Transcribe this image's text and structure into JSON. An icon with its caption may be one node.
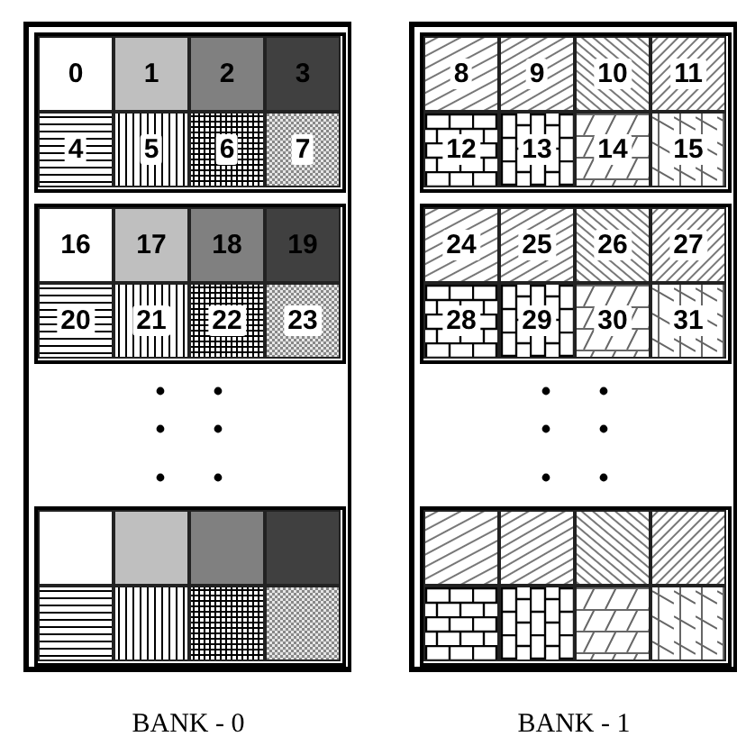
{
  "diagram": {
    "nodes": [
      {
        "text": [
          "BANK - 0"
        ]
      },
      {
        "text": [],
        "shape": "box",
        "in": 0
      },
      {
        "text": [
          "0"
        ],
        "in": 1
      },
      {
        "text": [
          "1"
        ],
        "in": 1
      },
      {
        "text": [
          "2"
        ],
        "in": 1
      },
      {
        "text": [
          "3"
        ],
        "in": 1
      },
      {
        "text": [
          "4"
        ],
        "in": 1
      },
      {
        "text": [
          "5"
        ],
        "in": 1
      },
      {
        "text": [
          "6"
        ],
        "in": 1
      },
      {
        "text": [
          "7"
        ],
        "in": 1
      },
      {
        "text": [],
        "shape": "box",
        "in": 0
      },
      {
        "text": [
          "16"
        ],
        "in": 10
      },
      {
        "text": [
          "17"
        ],
        "in": 10
      },
      {
        "text": [
          "18"
        ],
        "in": 10
      },
      {
        "text": [
          "19"
        ],
        "in": 10
      },
      {
        "text": [
          "20"
        ],
        "in": 10
      },
      {
        "text": [
          "21"
        ],
        "in": 10
      },
      {
        "text": [
          "22"
        ],
        "in": 10
      },
      {
        "text": [
          "23"
        ],
        "in": 10
      },
      {
        "text": [],
        "shape": "box",
        "in": 0
      },
      {
        "text": [],
        "shape": "box",
        "in": 19
      },
      {
        "text": [],
        "shape": "box",
        "in": 19
      },
      {
        "text": [],
        "shape": "box",
        "in": 19
      },
      {
        "text": [],
        "shape": "box",
        "in": 19
      },
      {
        "text": [],
        "shape": "box",
        "in": 19
      },
      {
        "text": [],
        "shape": "box",
        "in": 19
      },
      {
        "text": [],
        "shape": "box",
        "in": 19
      },
      {
        "text": [],
        "shape": "box",
        "in": 19
      },
      {
        "text": [
          "BANK - 1"
        ]
      },
      {
        "text": [],
        "shape": "box",
        "in": 28
      },
      {
        "text": [
          "8"
        ],
        "in": 29
      },
      {
        "text": [
          "9"
        ],
        "in": 29
      },
      {
        "text": [
          "10"
        ],
        "in": 29
      },
      {
        "text": [
          "11"
        ],
        "in": 29
      },
      {
        "text": [
          "12"
        ],
        "in": 29
      },
      {
        "text": [
          "13"
        ],
        "in": 29
      },
      {
        "text": [
          "14"
        ],
        "in": 29
      },
      {
        "text": [
          "15"
        ],
        "in": 29
      },
      {
        "text": [],
        "shape": "box",
        "in": 28
      },
      {
        "text": [
          "24"
        ],
        "in": 38
      },
      {
        "text": [
          "25"
        ],
        "in": 38
      },
      {
        "text": [
          "26"
        ],
        "in": 38
      },
      {
        "text": [
          "27"
        ],
        "in": 38
      },
      {
        "text": [
          "28"
        ],
        "in": 38
      },
      {
        "text": [
          "29"
        ],
        "in": 38
      },
      {
        "text": [
          "30"
        ],
        "in": 38
      },
      {
        "text": [
          "31"
        ],
        "in": 38
      },
      {
        "text": [],
        "shape": "box",
        "in": 28
      },
      {
        "text": [],
        "shape": "box",
        "in": 47
      },
      {
        "text": [],
        "shape": "box",
        "in": 47
      },
      {
        "text": [],
        "shape": "box",
        "in": 47
      },
      {
        "text": [],
        "shape": "box",
        "in": 47
      },
      {
        "text": [],
        "shape": "box",
        "in": 47
      },
      {
        "text": [],
        "shape": "box",
        "in": 47
      },
      {
        "text": [],
        "shape": "box",
        "in": 47
      },
      {
        "text": [],
        "shape": "box",
        "in": 47
      }
    ]
  }
}
